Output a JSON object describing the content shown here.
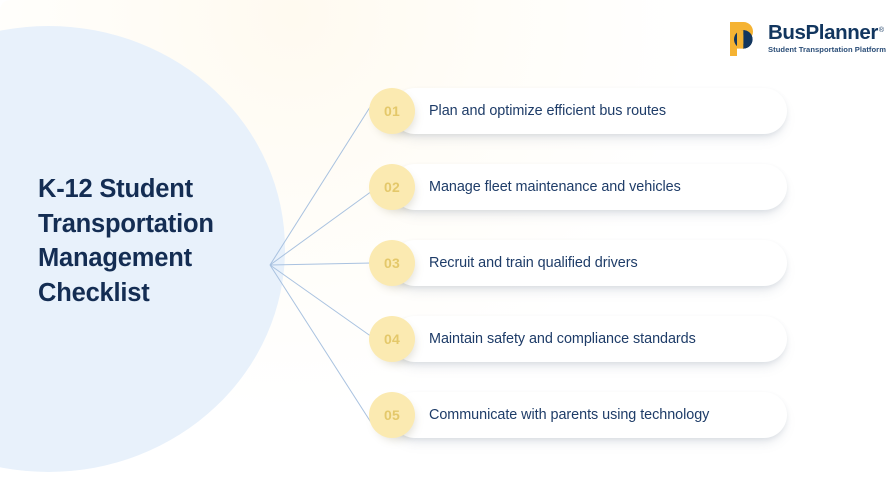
{
  "brand": {
    "logo_icon": "busplanner-p-logo-icon",
    "name": "BusPlanner",
    "registered_mark": "®",
    "tagline": "Student Transportation Platform",
    "colors": {
      "navy": "#12365f",
      "yellow": "#f5b333"
    }
  },
  "title": "K-12 Student Transportation Management Checklist",
  "colors": {
    "title_navy": "#142d53",
    "item_text_navy": "#1e3c68",
    "badge_fill": "#fbeab1",
    "badge_text": "#e4c86a",
    "blue_circle": "#e8f1fb",
    "card_white": "#ffffff",
    "connector_line": "#a9c2e0"
  },
  "items": [
    {
      "number": "01",
      "label": "Plan and optimize efficient bus routes"
    },
    {
      "number": "02",
      "label": "Manage fleet maintenance and vehicles"
    },
    {
      "number": "03",
      "label": "Recruit and train qualified drivers"
    },
    {
      "number": "04",
      "label": "Maintain safety and compliance standards"
    },
    {
      "number": "05",
      "label": "Communicate with parents using technology"
    }
  ]
}
